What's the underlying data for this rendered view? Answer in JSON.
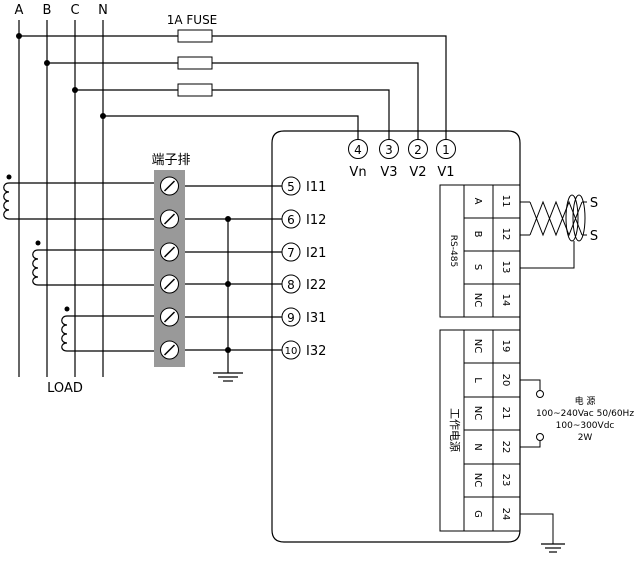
{
  "bus_labels": [
    "A",
    "B",
    "C",
    "N"
  ],
  "fuse_label": "1A FUSE",
  "terminal_block_label": "端子排",
  "load_label": "LOAD",
  "voltage_terminals": [
    {
      "num": "4",
      "name": "Vn"
    },
    {
      "num": "3",
      "name": "V3"
    },
    {
      "num": "2",
      "name": "V2"
    },
    {
      "num": "1",
      "name": "V1"
    }
  ],
  "current_terminals": [
    {
      "num": "5",
      "name": "I11"
    },
    {
      "num": "6",
      "name": "I12"
    },
    {
      "num": "7",
      "name": "I21"
    },
    {
      "num": "8",
      "name": "I22"
    },
    {
      "num": "9",
      "name": "I31"
    },
    {
      "num": "10",
      "name": "I32"
    }
  ],
  "rs485": {
    "title": "RS-485",
    "rows": [
      {
        "label": "A",
        "num": "11"
      },
      {
        "label": "B",
        "num": "12"
      },
      {
        "label": "S",
        "num": "13"
      },
      {
        "label": "NC",
        "num": "14"
      }
    ],
    "shield_labels": [
      "S",
      "S"
    ]
  },
  "power": {
    "title": "工作电源",
    "rows": [
      {
        "label": "NC",
        "num": "19"
      },
      {
        "label": "L",
        "num": "20"
      },
      {
        "label": "NC",
        "num": "21"
      },
      {
        "label": "N",
        "num": "22"
      },
      {
        "label": "NC",
        "num": "23"
      },
      {
        "label": "G",
        "num": "24"
      }
    ],
    "spec_lines": [
      "电 源",
      "100~240Vac  50/60Hz",
      "100~300Vdc",
      "2W"
    ]
  }
}
